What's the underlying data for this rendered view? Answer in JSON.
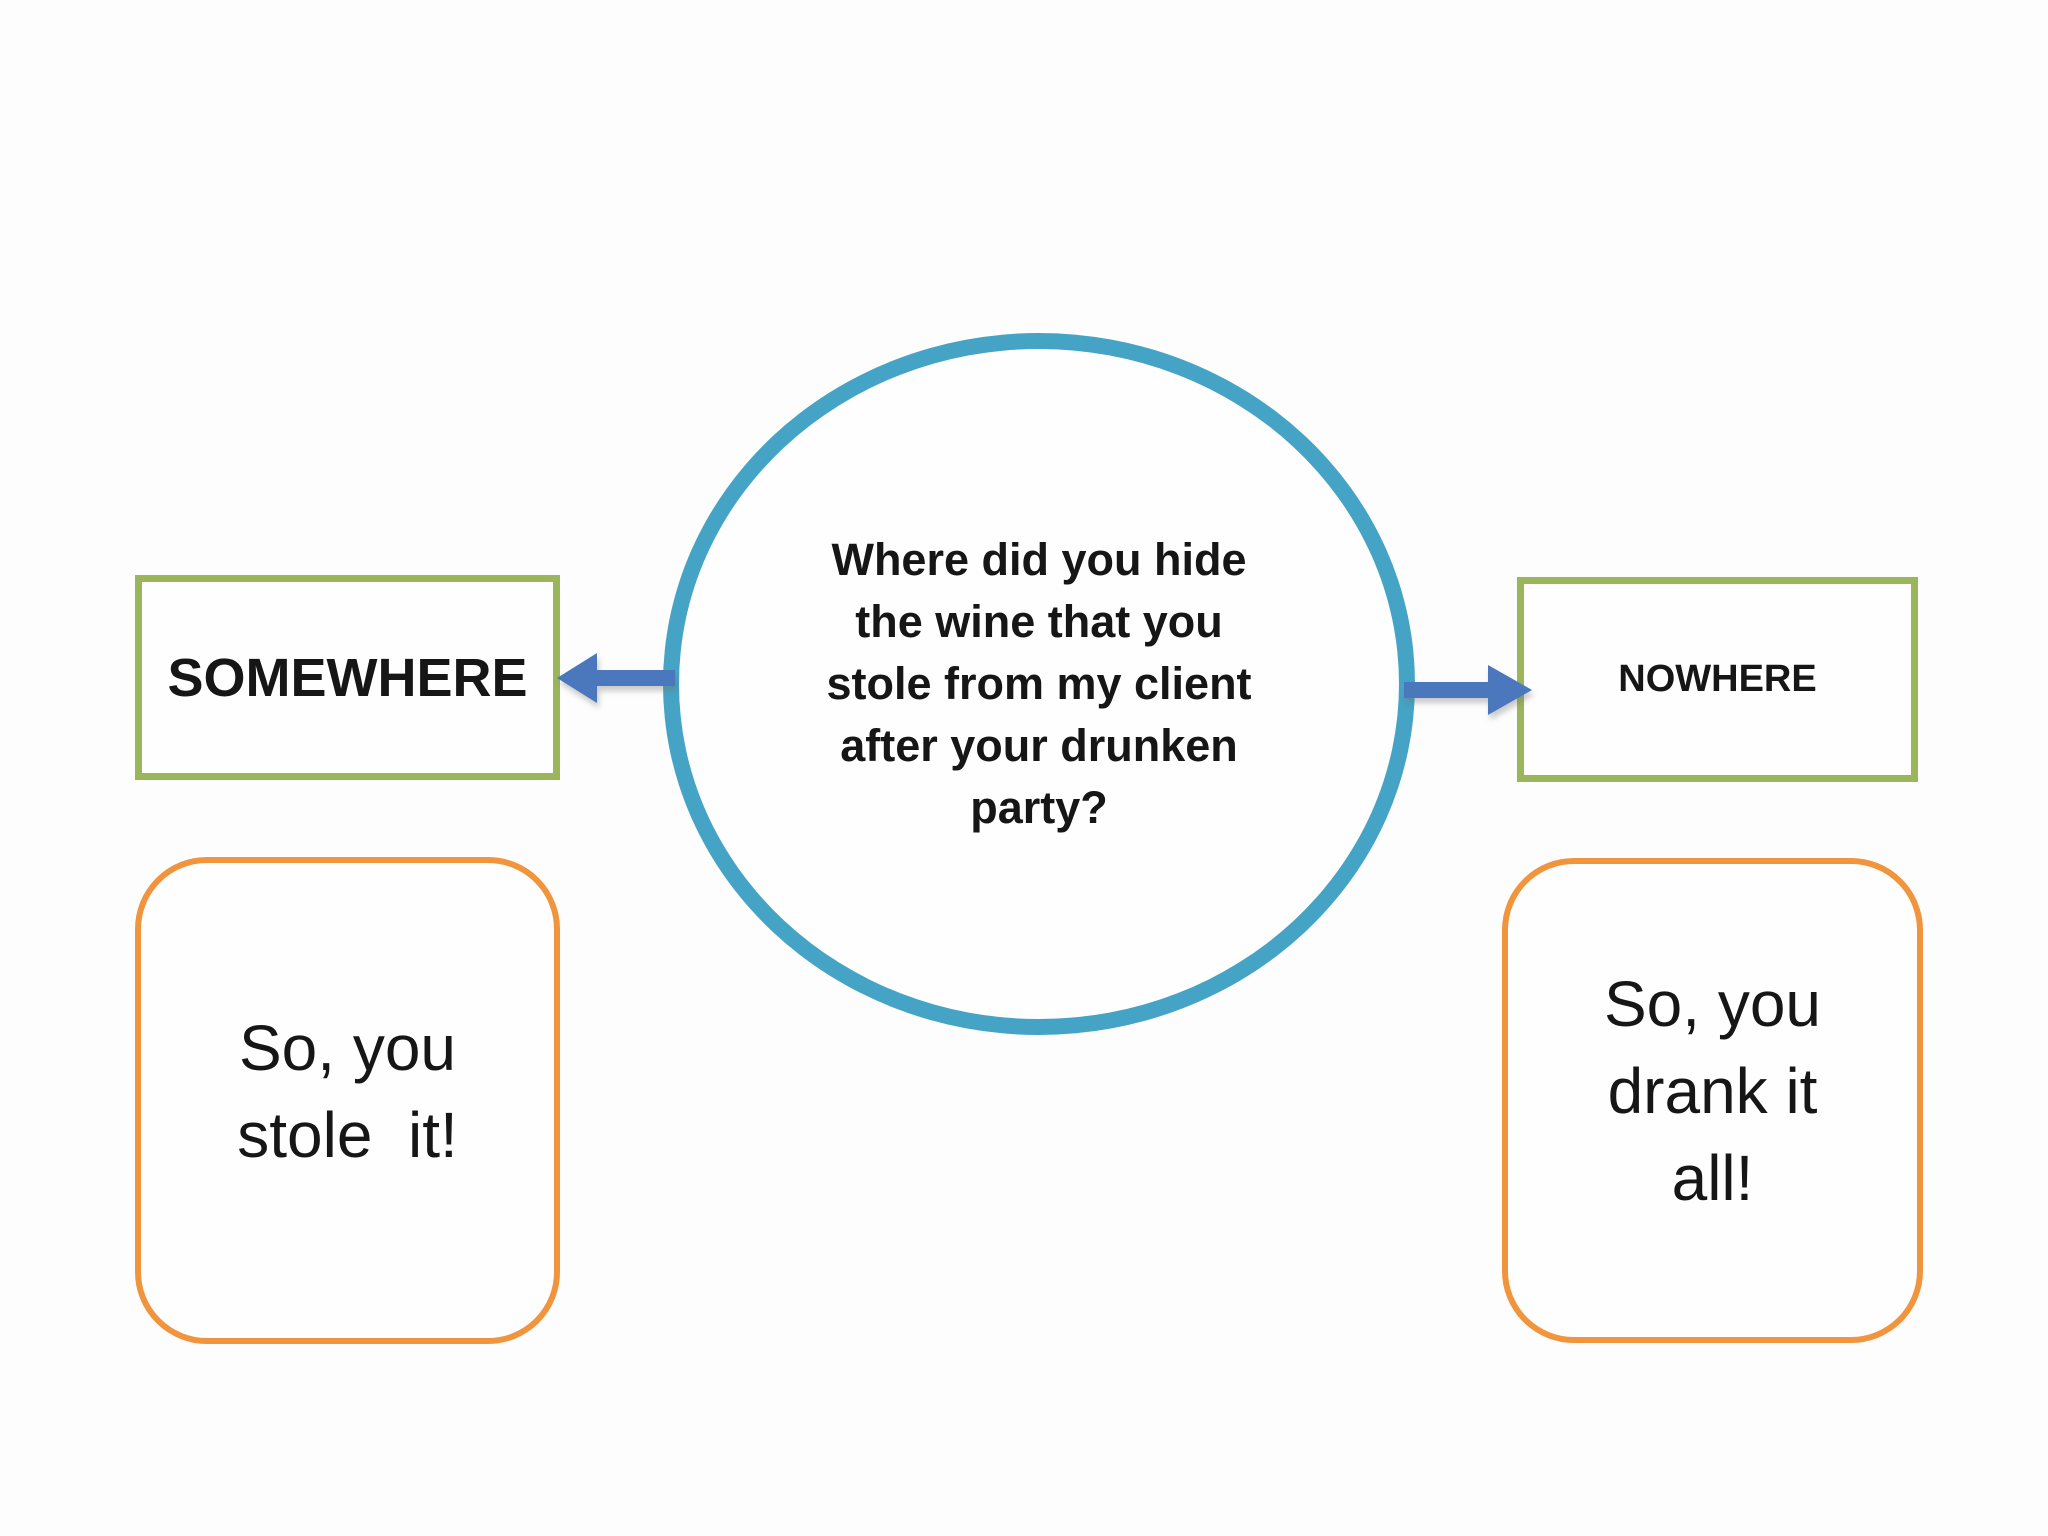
{
  "slide": {
    "question": {
      "lines": [
        "Where did you hide",
        "the wine that you",
        "stole from my client",
        "after your drunken",
        "party?"
      ]
    },
    "answers": {
      "left_label": "SOMEWHERE",
      "right_label": "NOWHERE"
    },
    "conclusions": {
      "left_lines": [
        "So, you",
        "stole  it!"
      ],
      "right_lines": [
        "So, you",
        "drank it",
        "all!"
      ]
    }
  },
  "colors": {
    "background": "#fdfdfd",
    "text": "#161616",
    "circle-border": "#45a4c5",
    "answer-border": "#9ab55a",
    "conclusion-border": "#f0943e",
    "arrow-fill": "#4b78bd"
  }
}
